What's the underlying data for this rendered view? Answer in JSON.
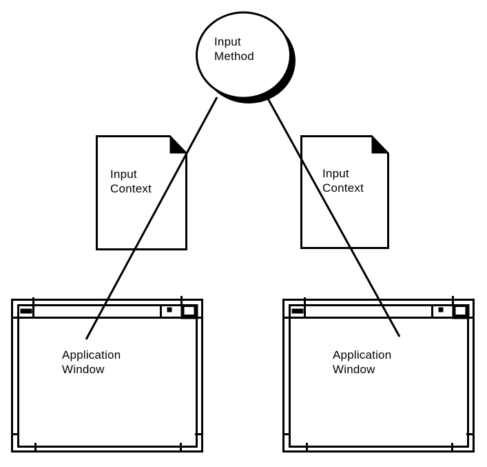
{
  "diagram": {
    "input_method_node": {
      "label": "Input\nMethod"
    },
    "input_context_left": {
      "label": "Input\nContext"
    },
    "input_context_right": {
      "label": "Input\nContext"
    },
    "application_window_left": {
      "label": "Application\nWindow"
    },
    "application_window_right": {
      "label": "Application\nWindow"
    },
    "icons": {
      "window_menu_button": "horizontal-bar-glyph",
      "minimize_button": "small-square-glyph",
      "maximize_button": "large-square-glyph",
      "document_fold": "folded-corner-triangle"
    },
    "colors": {
      "ink": "#000000",
      "background": "#ffffff"
    }
  }
}
